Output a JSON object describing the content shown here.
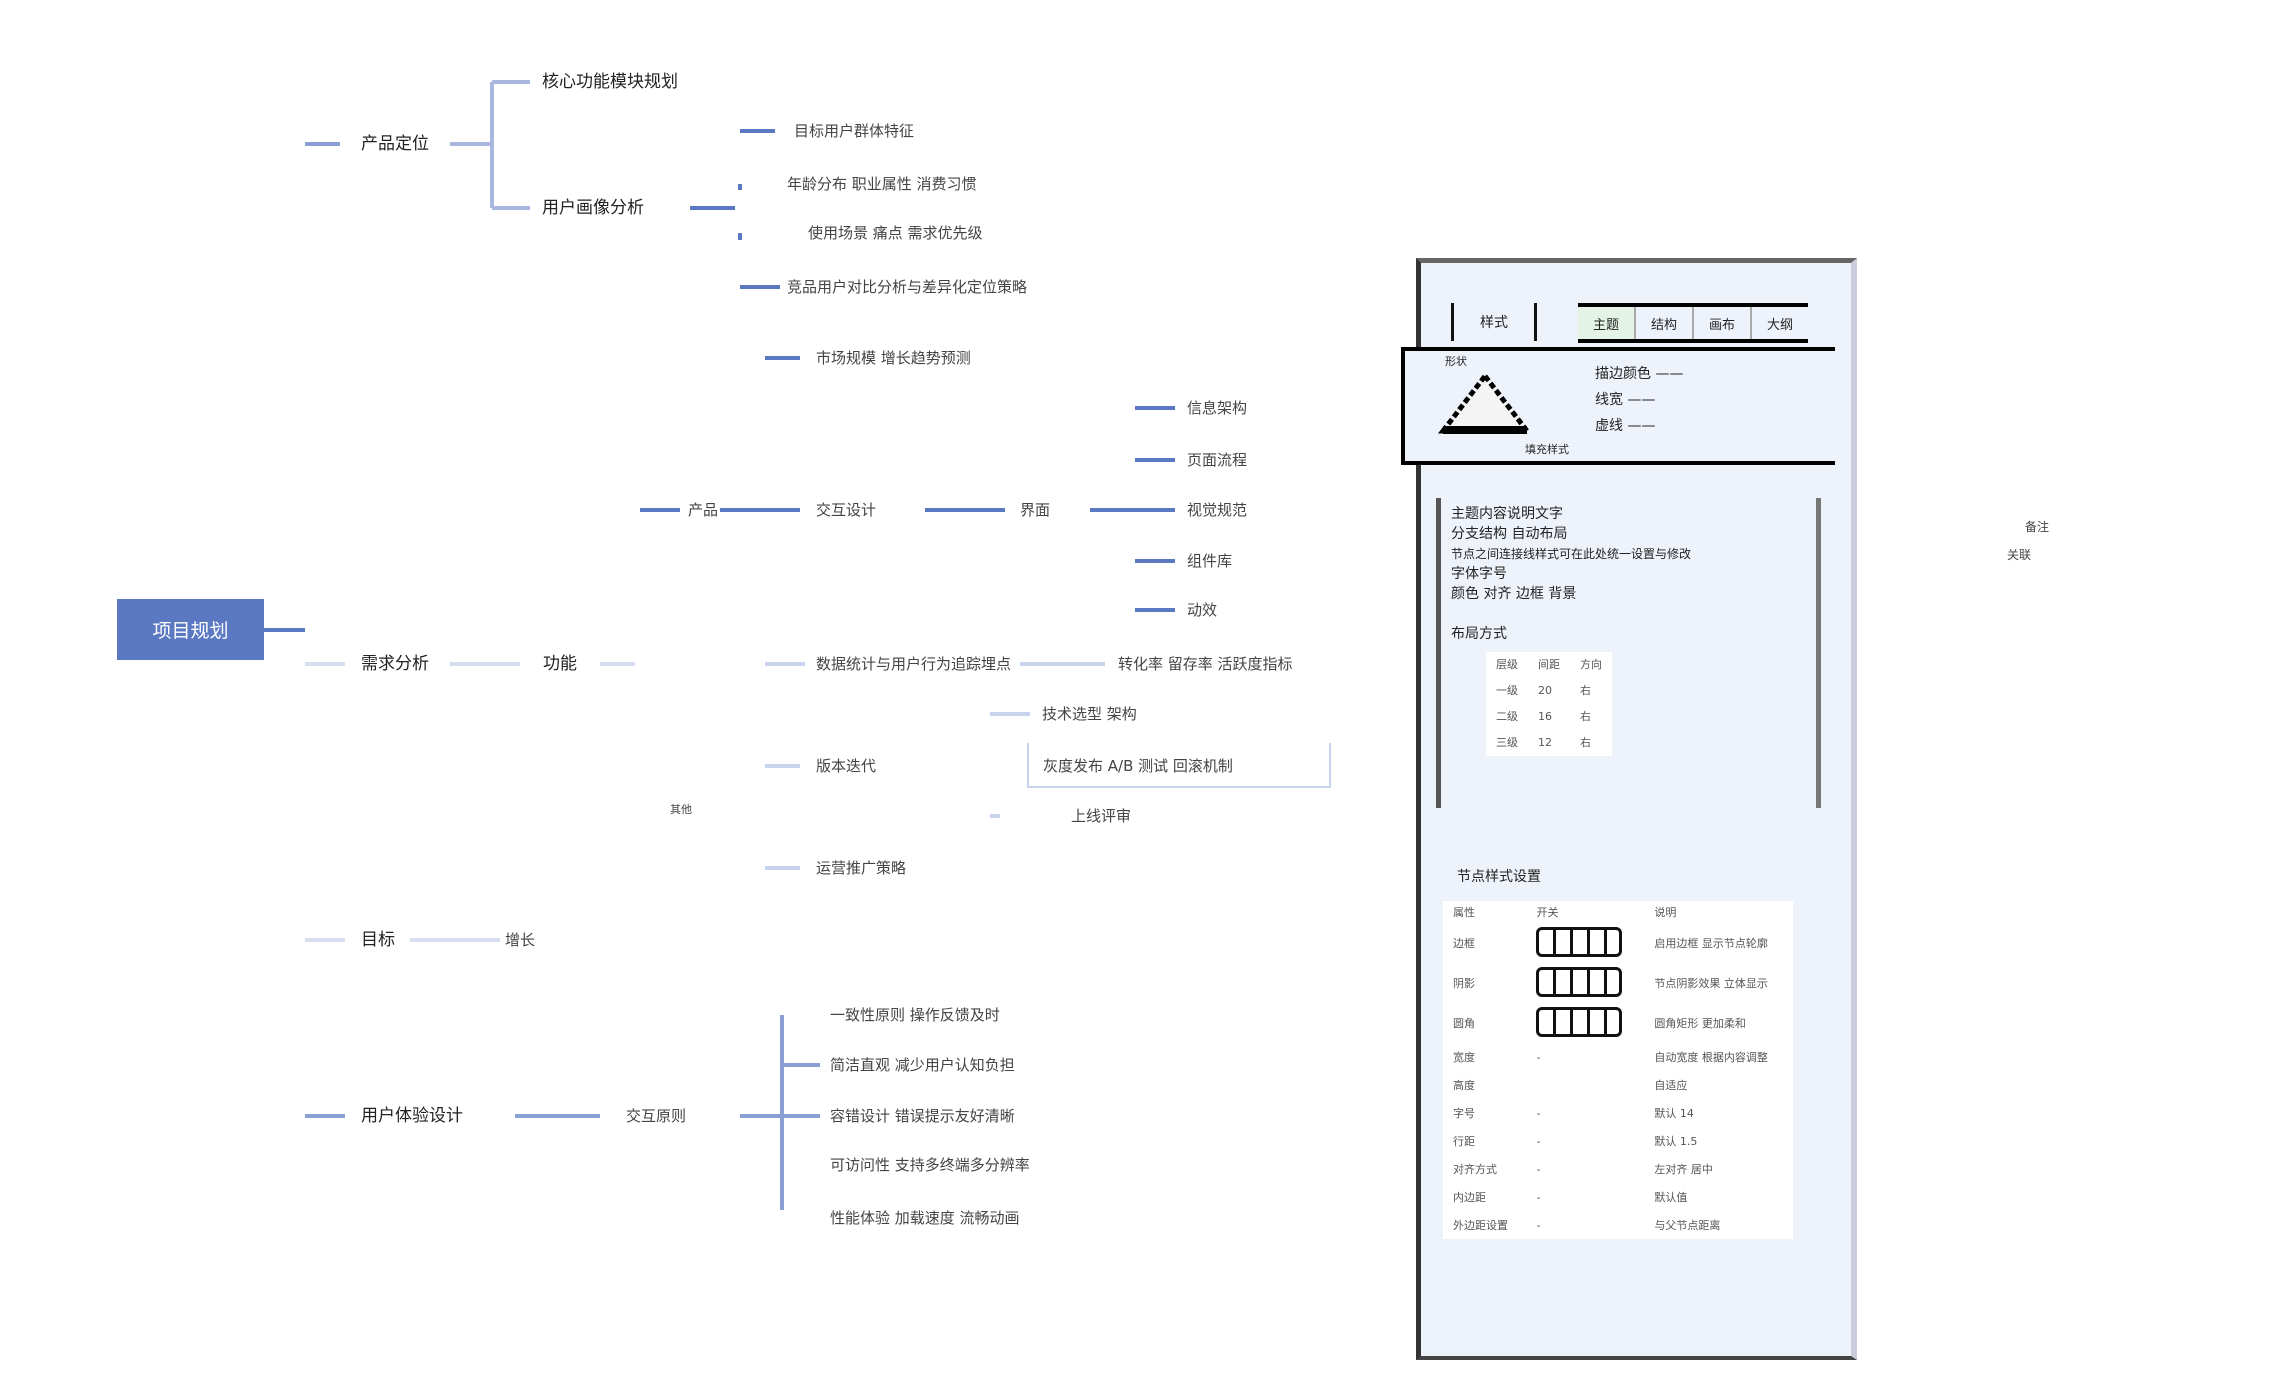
{
  "root": "项目规划",
  "level1": [
    "产品定位",
    "需求分析",
    "目标",
    "用户体验设计"
  ],
  "positioning": {
    "a": "核心功能模块规划",
    "b": "用户画像分析",
    "children": [
      "目标用户群体特征",
      "年龄分布 职业属性 消费习惯",
      "使用场景 痛点 需求优先级",
      "竞品用户对比分析与差异化定位策略",
      "市场规模 增长趋势预测"
    ]
  },
  "analysis": {
    "func": "功能",
    "product": "产品",
    "interaction": "交互设计",
    "ui": "界面",
    "ui_children": [
      "信息架构",
      "页面流程",
      "视觉规范",
      "组件库",
      "动效"
    ],
    "tracking": "数据统计与用户行为追踪埋点",
    "metrics": "转化率 留存率 活跃度指标",
    "tech": "技术选型 架构",
    "version": "版本迭代",
    "release": "灰度发布 A/B 测试 回滚机制",
    "review": "上线评审",
    "small": "其他",
    "ops": "运营推广策略"
  },
  "goal": {
    "child": "增长"
  },
  "ux": {
    "principles": "交互原则",
    "children": [
      "一致性原则 操作反馈及时",
      "简洁直观 减少用户认知负担",
      "容错设计 错误提示友好清晰",
      "可访问性 支持多终端多分辨率",
      "性能体验 加载速度 流畅动画"
    ]
  },
  "side_notes": [
    "备注",
    "关联"
  ],
  "panel": {
    "style_button": "样式",
    "segments": [
      "主题",
      "结构",
      "画布",
      "大纲"
    ],
    "popup": {
      "rows": [
        {
          "label": "描边颜色",
          "value": "——"
        },
        {
          "label": "线宽",
          "value": "——"
        },
        {
          "label": "虚线",
          "value": "——"
        }
      ],
      "caption_left": "形状",
      "caption_right": "填充样式"
    },
    "text_lines": [
      "主题内容说明文字",
      "分支结构 自动布局",
      "节点之间连接线样式可在此处统一设置与修改",
      "字体字号",
      "颜色 对齐 边框 背景"
    ],
    "subheading": "布局方式",
    "mini_table": [
      [
        "层级",
        "间距",
        "方向"
      ],
      [
        "一级",
        "20",
        "右"
      ],
      [
        "二级",
        "16",
        "右"
      ],
      [
        "三级",
        "12",
        "右"
      ]
    ],
    "section_title": "节点样式设置",
    "table_header": [
      "属性",
      "开关",
      "说明"
    ],
    "table_rows": [
      [
        "边框",
        "on",
        "启用边框 显示节点轮廓"
      ],
      [
        "阴影",
        "on",
        "节点阴影效果 立体显示"
      ],
      [
        "圆角",
        "on",
        "圆角矩形 更加柔和"
      ],
      [
        "宽度",
        "-",
        "自动宽度 根据内容调整"
      ],
      [
        "高度",
        "",
        "自适应"
      ],
      [
        "字号",
        "-",
        "默认 14"
      ],
      [
        "行距",
        "-",
        "默认 1.5"
      ],
      [
        "对齐方式",
        "-",
        "左对齐 居中"
      ],
      [
        "内边距",
        "-",
        "默认值"
      ],
      [
        "外边距设置",
        "-",
        "与父节点距离"
      ]
    ]
  }
}
